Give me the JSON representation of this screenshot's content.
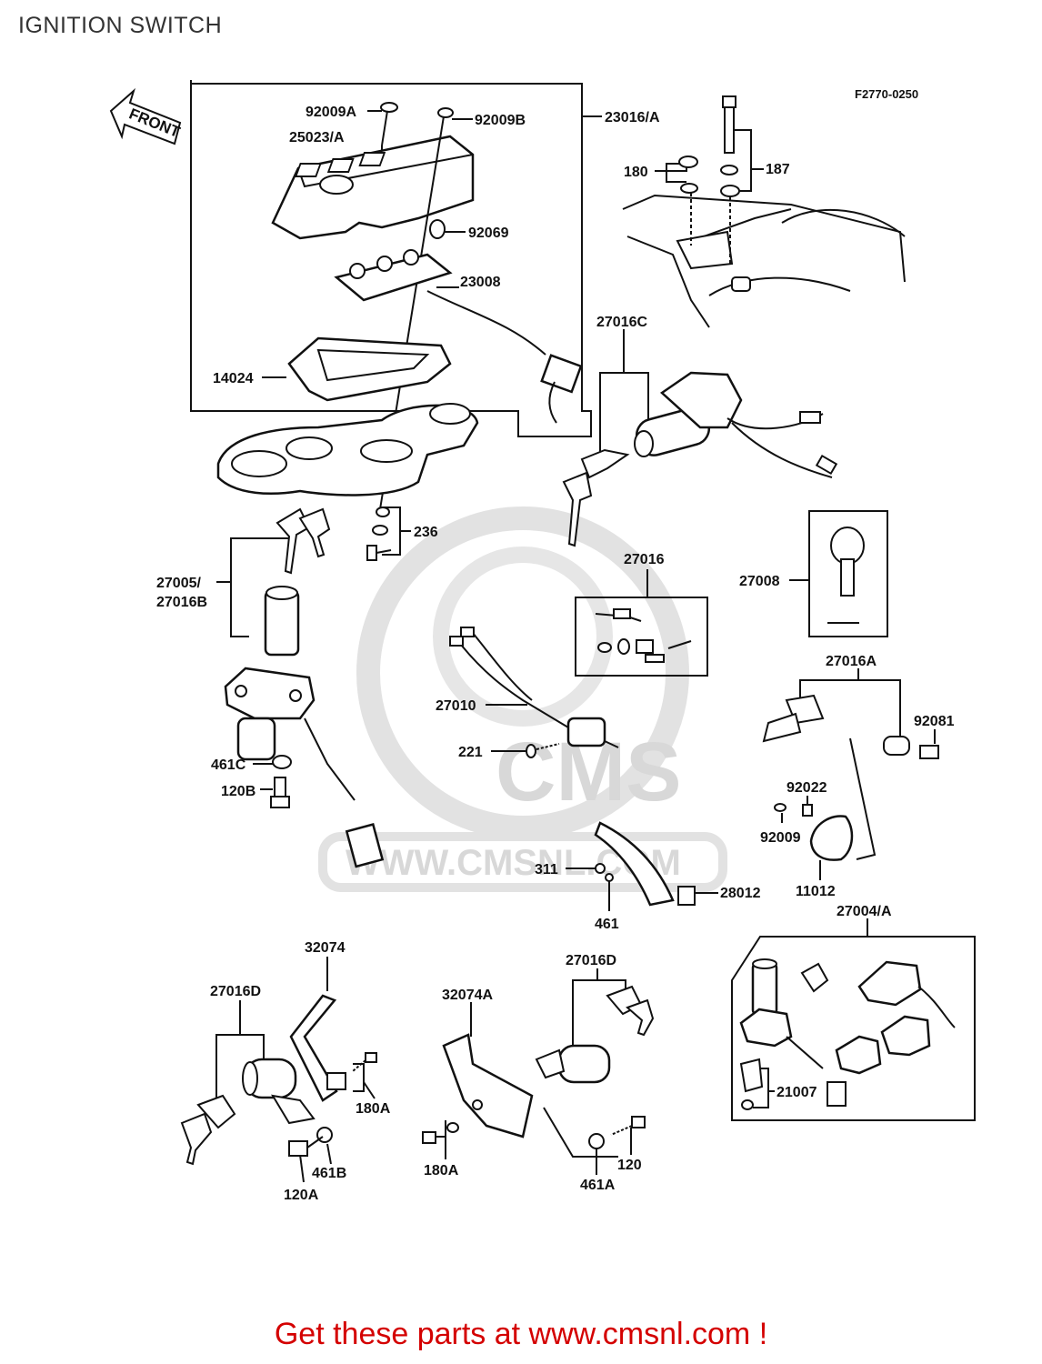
{
  "title": "IGNITION SWITCH",
  "figure_code": "F2770-0250",
  "front_arrow": "FRONT",
  "watermark": {
    "logo": "CMS",
    "url": "WWW.CMSNL.COM"
  },
  "footer": "Get these parts at www.cmsnl.com !",
  "colors": {
    "footer": "#d40000",
    "ink": "#111111",
    "watermark": "#d8d8d8"
  },
  "callouts": [
    {
      "id": "92009a",
      "text": "92009A"
    },
    {
      "id": "92009b",
      "text": "92009B"
    },
    {
      "id": "23016a",
      "text": "23016/A"
    },
    {
      "id": "25023a",
      "text": "25023/A"
    },
    {
      "id": "92069",
      "text": "92069"
    },
    {
      "id": "23008",
      "text": "23008"
    },
    {
      "id": "14024",
      "text": "14024"
    },
    {
      "id": "180",
      "text": "180"
    },
    {
      "id": "187",
      "text": "187"
    },
    {
      "id": "27016c",
      "text": "27016C"
    },
    {
      "id": "236",
      "text": "236"
    },
    {
      "id": "27005",
      "text": "27005/"
    },
    {
      "id": "27016b",
      "text": "27016B"
    },
    {
      "id": "27016",
      "text": "27016"
    },
    {
      "id": "27008",
      "text": "27008"
    },
    {
      "id": "27010",
      "text": "27010"
    },
    {
      "id": "221",
      "text": "221"
    },
    {
      "id": "27016a",
      "text": "27016A"
    },
    {
      "id": "92081",
      "text": "92081"
    },
    {
      "id": "92022",
      "text": "92022"
    },
    {
      "id": "92009",
      "text": "92009"
    },
    {
      "id": "461c",
      "text": "461C"
    },
    {
      "id": "120b",
      "text": "120B"
    },
    {
      "id": "311",
      "text": "311"
    },
    {
      "id": "28012",
      "text": "28012"
    },
    {
      "id": "461",
      "text": "461"
    },
    {
      "id": "11012",
      "text": "11012"
    },
    {
      "id": "27004a",
      "text": "27004/A"
    },
    {
      "id": "32074",
      "text": "32074"
    },
    {
      "id": "27016d-left",
      "text": "27016D"
    },
    {
      "id": "32074a",
      "text": "32074A"
    },
    {
      "id": "27016d-mid",
      "text": "27016D"
    },
    {
      "id": "180a-left",
      "text": "180A"
    },
    {
      "id": "461b",
      "text": "461B"
    },
    {
      "id": "120a",
      "text": "120A"
    },
    {
      "id": "180a-mid",
      "text": "180A"
    },
    {
      "id": "461a",
      "text": "461A"
    },
    {
      "id": "120",
      "text": "120"
    },
    {
      "id": "21007",
      "text": "21007"
    }
  ]
}
